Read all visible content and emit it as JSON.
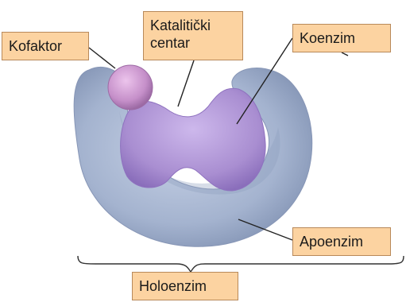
{
  "labels": {
    "cofactor": "Kofaktor",
    "catalytic_center": "Katalitički\ncentar",
    "coenzyme": "Koenzim",
    "apoenzyme": "Apoenzim",
    "holoenzyme": "Holoenzim"
  },
  "colors": {
    "label_fill": "#fcd3a1",
    "label_border": "#b8895a",
    "apoenzyme": "#a4b3cf",
    "coenzyme": "#a98ed1",
    "cofactor": "#c58fc9",
    "leader_line": "#222222"
  }
}
